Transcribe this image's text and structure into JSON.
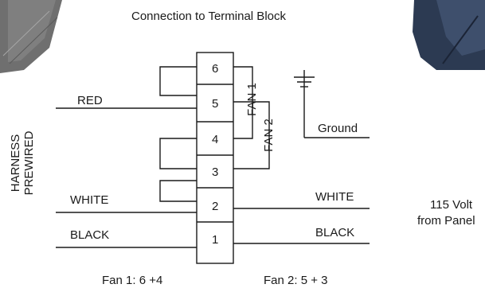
{
  "title": "Connection to Terminal Block",
  "terminals": [
    "6",
    "5",
    "4",
    "3",
    "2",
    "1"
  ],
  "left_labels": {
    "red": "RED",
    "white": "WHITE",
    "black": "BLACK"
  },
  "harness_label": {
    "line1": "HARNESS",
    "line2": "PREWIRED"
  },
  "right_labels": {
    "ground": "Ground",
    "white": "WHITE",
    "black": "BLACK"
  },
  "fan_labels": {
    "fan1": "FAN 1",
    "fan2": "FAN 2"
  },
  "supply_label": {
    "line1": "115 Volt",
    "line2": "from Panel"
  },
  "footnotes": {
    "fan1": "Fan 1: 6 +4",
    "fan2": "Fan 2: 5 + 3"
  }
}
